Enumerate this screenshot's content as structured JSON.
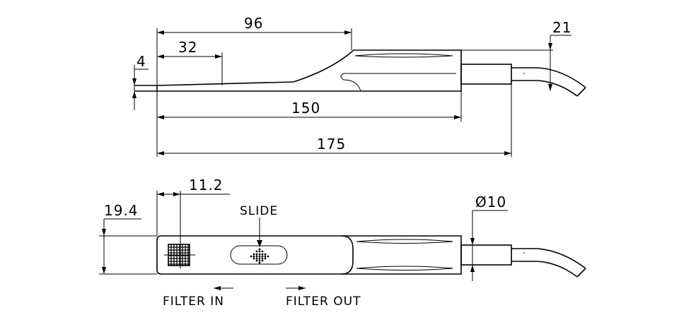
{
  "top_view": {
    "dim_overall_to_neck": "96",
    "dim_tip": "32",
    "dim_thickness": "4",
    "dim_cable_height": "21",
    "dim_body_length": "150",
    "dim_total_length": "175"
  },
  "bottom_view": {
    "dim_filter_width": "11.2",
    "dim_height": "19.4",
    "dim_cable_diameter": "Ø10",
    "slide_label": "SLIDE",
    "filter_in_label": "FILTER IN",
    "filter_out_label": "FILTER OUT"
  }
}
